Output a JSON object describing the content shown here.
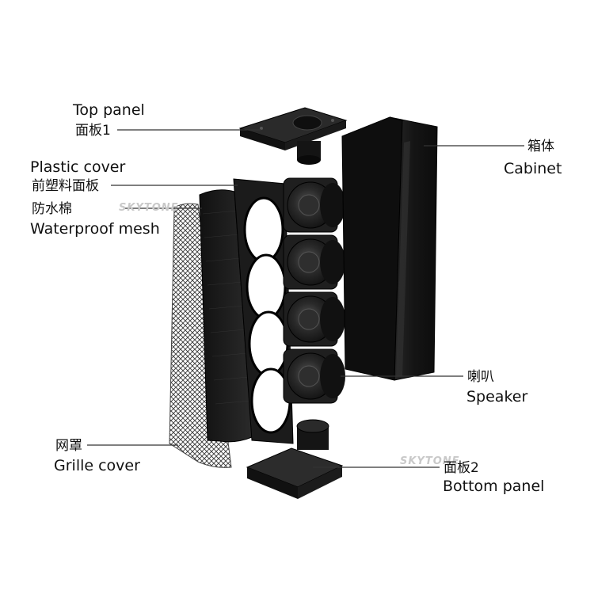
{
  "labels": {
    "top_panel_en": "Top panel",
    "top_panel_cn": "面板1",
    "plastic_cover_en": "Plastic cover",
    "plastic_cover_cn": "前塑料面板",
    "waterproof_cn": "防水棉",
    "waterproof_en": "Waterproof mesh",
    "cabinet_cn": "箱体",
    "cabinet_en": "Cabinet",
    "speaker_cn": "喇叭",
    "speaker_en": "Speaker",
    "grille_cn": "网罩",
    "grille_en": "Grille cover",
    "bottom_panel_cn": "面板2",
    "bottom_panel_en": "Bottom panel"
  },
  "watermark": "SKYTONE",
  "colors": {
    "part_dark": "#1a1a1a",
    "part_mid": "#2b2b2b",
    "part_light": "#4a4a4a",
    "leader_line": "#333333",
    "mesh": "#3a3a3a"
  },
  "icons": [
    "speaker-driver-icon"
  ]
}
